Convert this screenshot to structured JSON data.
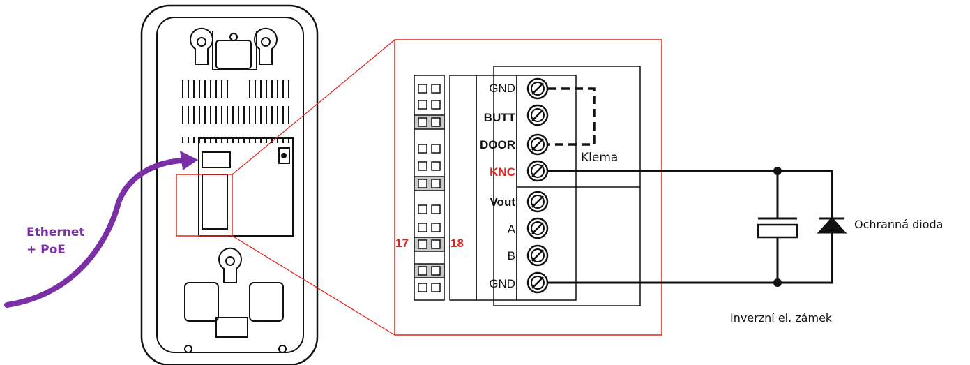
{
  "device": {
    "ethernet_line1": "Ethernet",
    "ethernet_line2": "+ PoE"
  },
  "terminal": {
    "labels": [
      "GND",
      "BUTT",
      "DOOR",
      "KNC",
      "Vout",
      "A",
      "B",
      "GND"
    ],
    "klema": "Klema",
    "pin_left": "17",
    "pin_right": "18"
  },
  "circuit": {
    "diode_label": "Ochranná dioda",
    "lock_label": "Inverzní el. zámek"
  },
  "colors": {
    "highlight_red": "#e5231b",
    "ethernet_purple": "#7b2fa6",
    "line": "#111111"
  }
}
